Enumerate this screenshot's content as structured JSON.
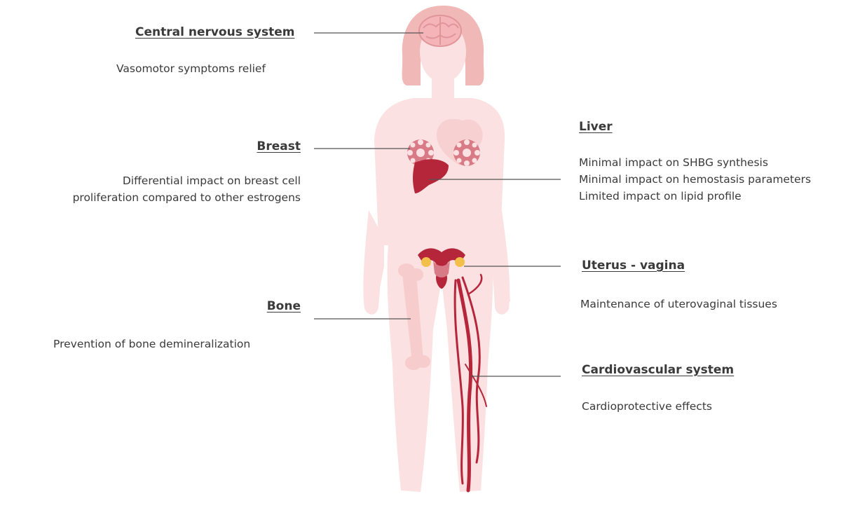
{
  "colors": {
    "body": "#fbe1e1",
    "hair": "#f0b8b6",
    "organ_dark": "#b5263a",
    "organ_light": "#d97b86",
    "bone": "#f7cccc",
    "leader_line": "#555555",
    "text": "#3a3a3a"
  },
  "icons": [
    "brain-icon",
    "breast-icon",
    "heart-icon",
    "liver-icon",
    "uterus-icon",
    "femur-bone-icon",
    "blood-vessels-icon"
  ],
  "organs": {
    "cns": {
      "heading": "Central nervous system",
      "effects": [
        "Vasomotor symptoms relief"
      ]
    },
    "breast": {
      "heading": "Breast",
      "effects": [
        "Differential impact on breast cell",
        "proliferation compared to other estrogens"
      ]
    },
    "liver": {
      "heading": "Liver",
      "effects": [
        "Minimal impact on SHBG synthesis",
        "Minimal impact on hemostasis parameters",
        "Limited impact on lipid profile"
      ]
    },
    "uterus": {
      "heading": "Uterus - vagina",
      "effects": [
        "Maintenance of uterovaginal tissues"
      ]
    },
    "bone": {
      "heading": "Bone",
      "effects": [
        "Prevention of bone demineralization"
      ]
    },
    "cardio": {
      "heading": "Cardiovascular system",
      "effects": [
        "Cardioprotective effects"
      ]
    }
  }
}
